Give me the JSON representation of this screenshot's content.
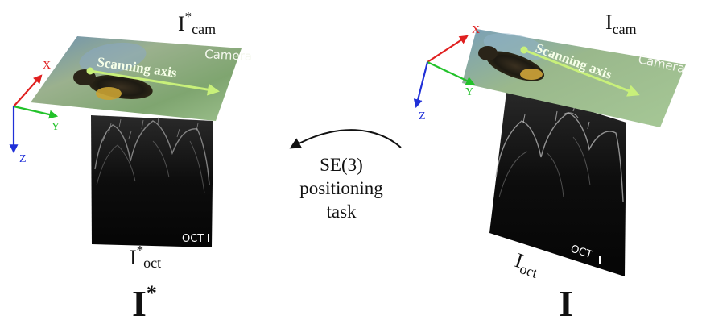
{
  "colors": {
    "x_axis": "#e02020",
    "y_axis": "#22c22a",
    "z_axis": "#2030d8",
    "scan_axis": "#c8f07a",
    "arrow": "#111111"
  },
  "left_view": {
    "camera_symbol": "I",
    "camera_star": "*",
    "camera_sub": "cam",
    "camera_text": "Camera",
    "scan_text": "Scanning axis",
    "oct_symbol": "I",
    "oct_star": "*",
    "oct_sub": "oct",
    "oct_text": "OCT",
    "axis_x": "X",
    "axis_y": "Y",
    "axis_z": "Z",
    "big_label": "I",
    "big_star": "*"
  },
  "right_view": {
    "camera_symbol": "I",
    "camera_sub": "cam",
    "camera_text": "Camera",
    "scan_text": "Scanning axis",
    "oct_symbol": "I",
    "oct_sub": "oct",
    "oct_text": "OCT",
    "axis_x": "X",
    "axis_y": "Y",
    "axis_z": "Z",
    "big_label": "I"
  },
  "transition": {
    "line1": "SE(3)",
    "line2": "positioning",
    "line3": "task"
  }
}
